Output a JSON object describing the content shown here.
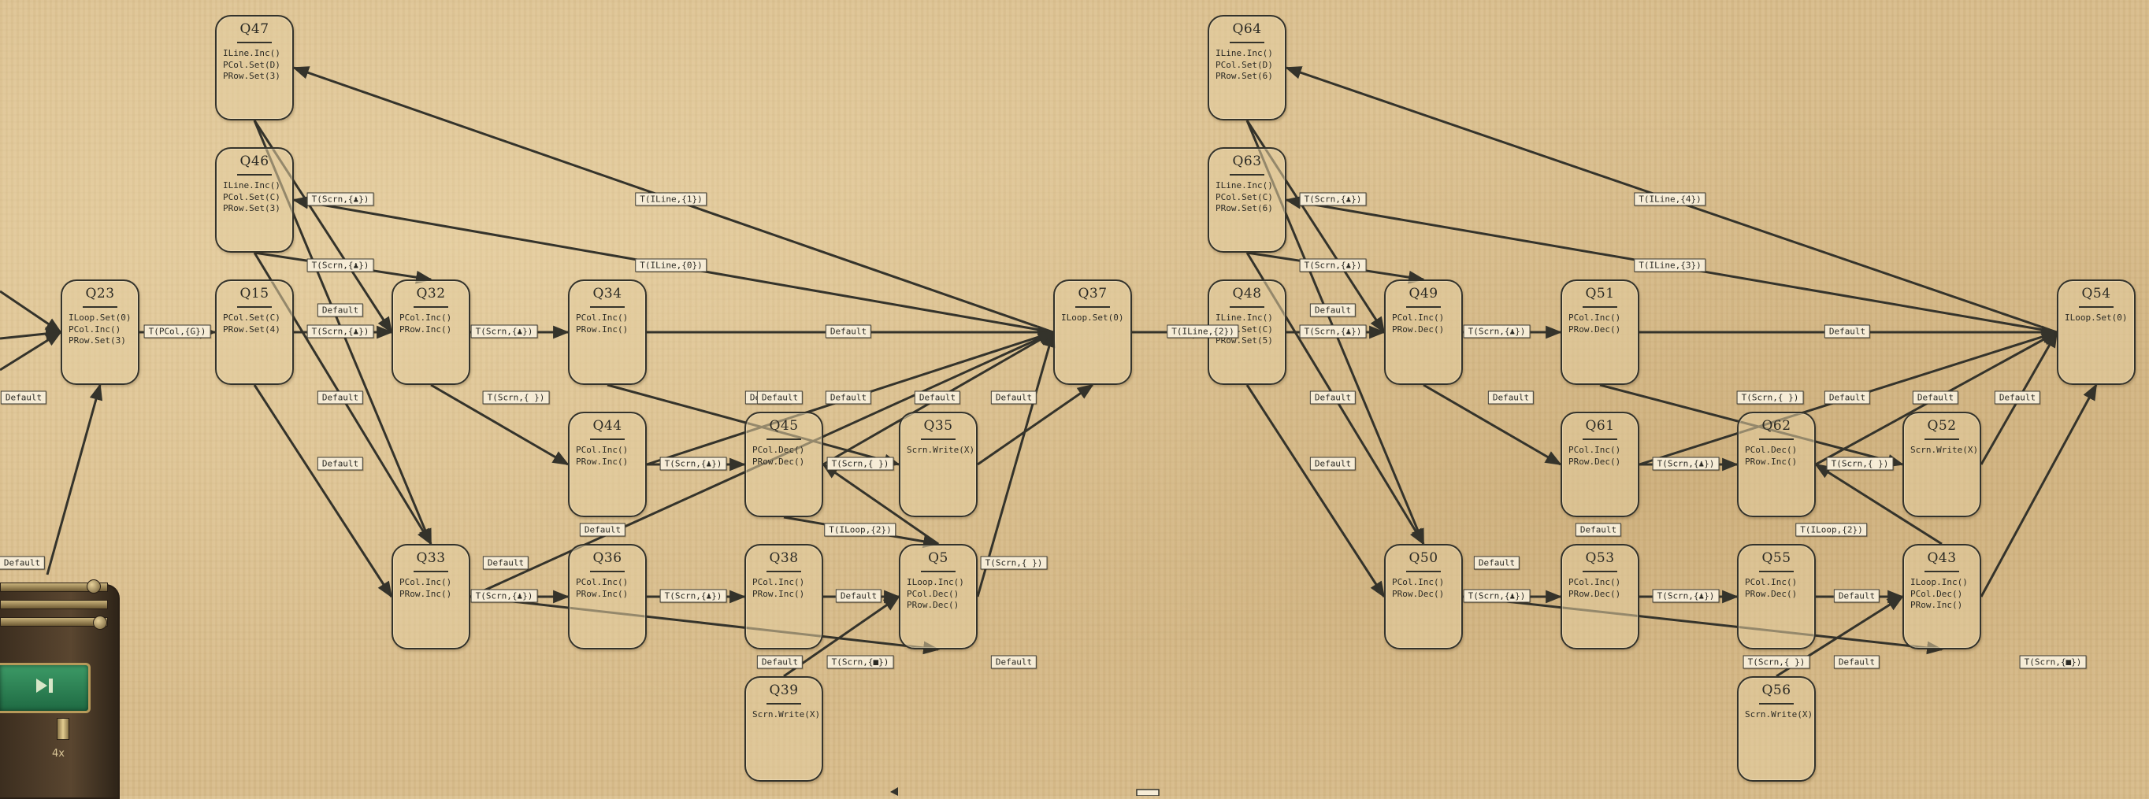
{
  "canvas": {
    "background": "#d9bd8c",
    "ink": "#34332b",
    "label_bg": "#f6ecd6"
  },
  "states": [
    {
      "id": "q47",
      "name": "Q47",
      "ops": [
        "ILine.Inc()",
        "PCol.Set(D)",
        "PRow.Set(3)"
      ]
    },
    {
      "id": "q46",
      "name": "Q46",
      "ops": [
        "ILine.Inc()",
        "PCol.Set(C)",
        "PRow.Set(3)"
      ]
    },
    {
      "id": "q23",
      "name": "Q23",
      "ops": [
        "ILoop.Set(0)",
        "PCol.Inc()",
        "PRow.Set(3)"
      ]
    },
    {
      "id": "q15",
      "name": "Q15",
      "ops": [
        "PCol.Set(C)",
        "PRow.Set(4)"
      ]
    },
    {
      "id": "q32",
      "name": "Q32",
      "ops": [
        "PCol.Inc()",
        "PRow.Inc()"
      ]
    },
    {
      "id": "q34",
      "name": "Q34",
      "ops": [
        "PCol.Inc()",
        "PRow.Inc()"
      ]
    },
    {
      "id": "q37",
      "name": "Q37",
      "ops": [
        "ILoop.Set(0)"
      ]
    },
    {
      "id": "q44",
      "name": "Q44",
      "ops": [
        "PCol.Inc()",
        "PRow.Inc()"
      ]
    },
    {
      "id": "q45",
      "name": "Q45",
      "ops": [
        "PCol.Dec()",
        "PRow.Dec()"
      ]
    },
    {
      "id": "q35",
      "name": "Q35",
      "ops": [
        "Scrn.Write(X)"
      ]
    },
    {
      "id": "q33",
      "name": "Q33",
      "ops": [
        "PCol.Inc()",
        "PRow.Inc()"
      ]
    },
    {
      "id": "q36",
      "name": "Q36",
      "ops": [
        "PCol.Inc()",
        "PRow.Inc()"
      ]
    },
    {
      "id": "q38",
      "name": "Q38",
      "ops": [
        "PCol.Inc()",
        "PRow.Inc()"
      ]
    },
    {
      "id": "q5",
      "name": "Q5",
      "ops": [
        "ILoop.Inc()",
        "PCol.Dec()",
        "PRow.Dec()"
      ]
    },
    {
      "id": "q39",
      "name": "Q39",
      "ops": [
        "Scrn.Write(X)"
      ]
    },
    {
      "id": "q64",
      "name": "Q64",
      "ops": [
        "ILine.Inc()",
        "PCol.Set(D)",
        "PRow.Set(6)"
      ]
    },
    {
      "id": "q63",
      "name": "Q63",
      "ops": [
        "ILine.Inc()",
        "PCol.Set(C)",
        "PRow.Set(6)"
      ]
    },
    {
      "id": "q48",
      "name": "Q48",
      "ops": [
        "ILine.Inc()",
        "PCol.Set(C)",
        "PRow.Set(5)"
      ]
    },
    {
      "id": "q49",
      "name": "Q49",
      "ops": [
        "PCol.Inc()",
        "PRow.Dec()"
      ]
    },
    {
      "id": "q51",
      "name": "Q51",
      "ops": [
        "PCol.Inc()",
        "PRow.Dec()"
      ]
    },
    {
      "id": "q54",
      "name": "Q54",
      "ops": [
        "ILoop.Set(0)"
      ]
    },
    {
      "id": "q61",
      "name": "Q61",
      "ops": [
        "PCol.Inc()",
        "PRow.Dec()"
      ]
    },
    {
      "id": "q62",
      "name": "Q62",
      "ops": [
        "PCol.Dec()",
        "PRow.Inc()"
      ]
    },
    {
      "id": "q52",
      "name": "Q52",
      "ops": [
        "Scrn.Write(X)"
      ]
    },
    {
      "id": "q50",
      "name": "Q50",
      "ops": [
        "PCol.Inc()",
        "PRow.Dec()"
      ]
    },
    {
      "id": "q53",
      "name": "Q53",
      "ops": [
        "PCol.Inc()",
        "PRow.Dec()"
      ]
    },
    {
      "id": "q55",
      "name": "Q55",
      "ops": [
        "PCol.Inc()",
        "PRow.Dec()"
      ]
    },
    {
      "id": "q43",
      "name": "Q43",
      "ops": [
        "ILoop.Inc()",
        "PCol.Dec()",
        "PRow.Inc()"
      ]
    },
    {
      "id": "q56",
      "name": "Q56",
      "ops": [
        "Scrn.Write(X)"
      ]
    }
  ],
  "labels": [
    "T(Scrn,{♟})",
    "T(ILine,{1})",
    "T(Scrn,{♟})",
    "T(ILine,{0})",
    "Default",
    "T(PCol,{G})",
    "T(Scrn,{♟})",
    "T(Scrn,{♟})",
    "Default",
    "T(ILine,{2})",
    "Default",
    "Default",
    "T(Scrn,{ })",
    "Default",
    "Default",
    "Default",
    "Default",
    "T(Scrn,{♟})",
    "T(Scrn,{ })",
    "Default",
    "T(ILoop,{2})",
    "Default",
    "Default",
    "Default",
    "T(Scrn,{♟})",
    "T(Scrn,{♟})",
    "Default",
    "T(Scrn,{ })",
    "Default",
    "T(Scrn,{■})",
    "Default",
    "Default",
    "T(Scrn,{♟})",
    "T(ILine,{4})",
    "T(Scrn,{♟})",
    "T(ILine,{3})",
    "Default",
    "T(Scrn,{♟})",
    "T(Scrn,{♟})",
    "Default",
    "Default",
    "Default",
    "T(Scrn,{ })",
    "Default",
    "Default",
    "Default",
    "T(Scrn,{♟})",
    "T(Scrn,{ })",
    "Default",
    "T(ILoop,{2})",
    "Default",
    "Default",
    "T(Scrn,{♟})",
    "T(Scrn,{♟})",
    "Default",
    "T(Scrn,{ })",
    "Default",
    "T(Scrn,{■})"
  ],
  "controls": {
    "play_icon": "play-step-icon",
    "speed": "4x",
    "accent": "#2e8a58"
  }
}
